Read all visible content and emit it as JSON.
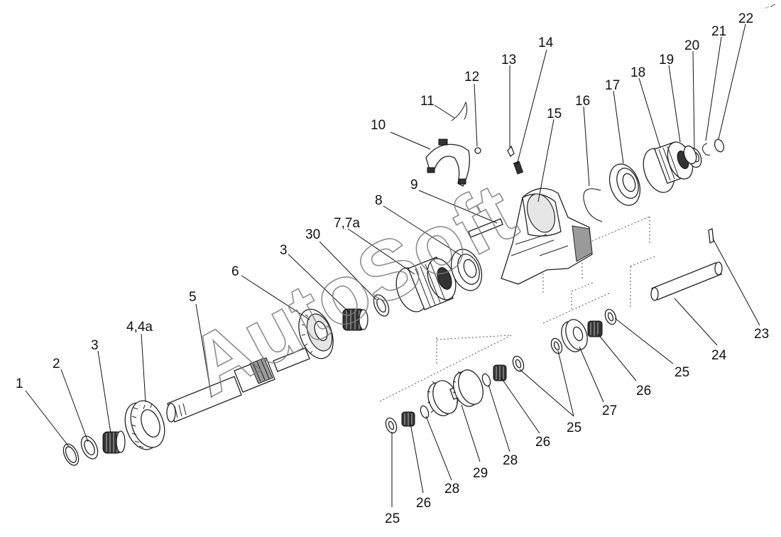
{
  "watermark": "AutoSoft",
  "corner_mark": "°° •••",
  "callouts": {
    "c1": "1",
    "c2": "2",
    "c3a": "3",
    "c4": "4,4a",
    "c5": "5",
    "c6": "6",
    "c3b": "3",
    "c30": "30",
    "c7": "7,7a",
    "c8": "8",
    "c9": "9",
    "c10": "10",
    "c11": "11",
    "c12": "12",
    "c13": "13",
    "c14": "14",
    "c15": "15",
    "c16": "16",
    "c17": "17",
    "c18": "18",
    "c19": "19",
    "c20": "20",
    "c21": "21",
    "c22": "22",
    "c23": "23",
    "c24": "24",
    "c25a": "25",
    "c26a": "26",
    "c27": "27",
    "c25b": "25",
    "c26b": "26",
    "c28a": "28",
    "c29": "29",
    "c28b": "28",
    "c26c": "26",
    "c25c": "25"
  }
}
